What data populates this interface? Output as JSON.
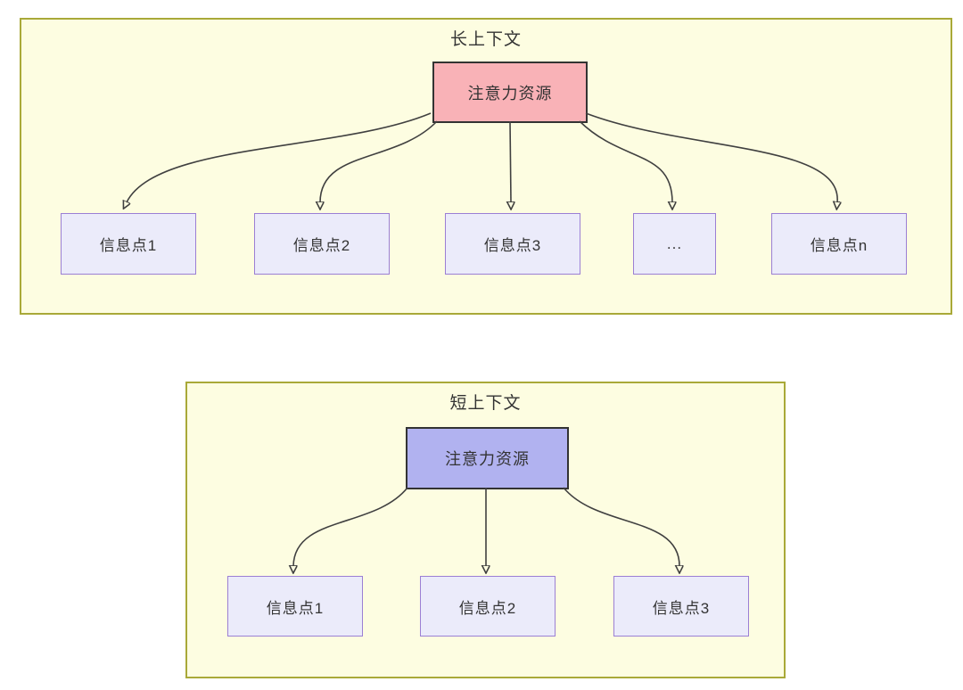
{
  "colors": {
    "page_background": "#ffffff",
    "panel_background": "#fdfde1",
    "panel_border": "#a9a938",
    "attention_long_fill": "#f9b2b7",
    "attention_short_fill": "#b1b2f0",
    "attention_border": "#333333",
    "info_fill": "#ebebfa",
    "info_border": "#9b7fd4",
    "arrow": "#404040",
    "text": "#333333"
  },
  "long_context": {
    "title": "长上下文",
    "attention_label": "注意力资源",
    "info_points": [
      {
        "label": "信息点1"
      },
      {
        "label": "信息点2"
      },
      {
        "label": "信息点3"
      },
      {
        "label": "..."
      },
      {
        "label": "信息点n"
      }
    ]
  },
  "short_context": {
    "title": "短上下文",
    "attention_label": "注意力资源",
    "info_points": [
      {
        "label": "信息点1"
      },
      {
        "label": "信息点2"
      },
      {
        "label": "信息点3"
      }
    ]
  }
}
